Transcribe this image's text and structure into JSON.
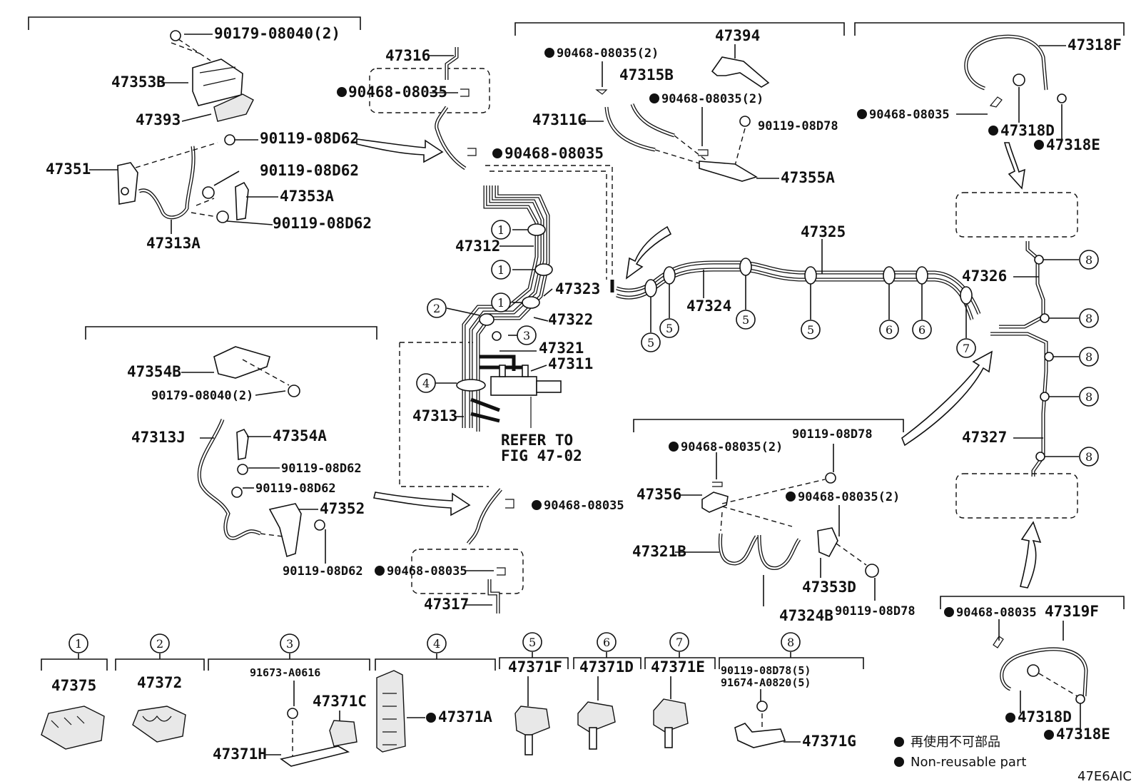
{
  "parts": {
    "p47353B": "47353B",
    "p47393": "47393",
    "p90179_top": "90179-08040(2)",
    "p47351": "47351",
    "p90119_a": "90119-08D62",
    "p90119_b": "90119-08D62",
    "p47353A": "47353A",
    "p90119_c": "90119-08D62",
    "p47313A": "47313A",
    "p47316": "47316",
    "p90468_316": "90468-08035",
    "p90468_mid": "90468-08035",
    "p47312": "47312",
    "p47323": "47323",
    "p47322": "47322",
    "p47321": "47321",
    "p47311": "47311",
    "p47313": "47313",
    "refer": "REFER TO",
    "fig": "FIG 47-02",
    "p90468_394": "90468-08035(2)",
    "p47394": "47394",
    "p47315B": "47315B",
    "p90468_315": "90468-08035(2)",
    "p47311G": "47311G",
    "p90119_d78": "90119-08D78",
    "p47355A": "47355A",
    "p47325": "47325",
    "p47324": "47324",
    "p47318F": "47318F",
    "p90468_318": "90468-08035",
    "p47318D": "47318D",
    "p47318E": "47318E",
    "p47326": "47326",
    "p47327": "47327",
    "p47354B": "47354B",
    "p90179_low": "90179-08040(2)",
    "p47313J": "47313J",
    "p47354A": "47354A",
    "p90119_e": "90119-08D62",
    "p90119_f": "90119-08D62",
    "p47352": "47352",
    "p90119_g": "90119-08D62",
    "p90468_317a": "90468-08035",
    "p90468_317b": "90468-08035",
    "p47317": "47317",
    "p90468_356": "90468-08035(2)",
    "p90119_d78b": "90119-08D78",
    "p47356": "47356",
    "p90468_353": "90468-08035(2)",
    "p47321B": "47321B",
    "p47353D": "47353D",
    "p47324B": "47324B",
    "p90119_d78c": "90119-08D78",
    "p90468_319": "90468-08035",
    "p47319F": "47319F",
    "p47318D_b": "47318D",
    "p47318E_b": "47318E"
  },
  "clamps": {
    "c1": "1",
    "c2": "2",
    "c3": "3",
    "c4": "4",
    "c5": "5",
    "c6": "6",
    "c7": "7",
    "c8": "8"
  },
  "legend_parts": {
    "l1_part": "47375",
    "l2_part": "47372",
    "l3_bolt": "91673-A0616",
    "l3_part": "47371C",
    "l3_part2": "47371H",
    "l4_part": "47371A",
    "l5_part": "47371F",
    "l6_part": "47371D",
    "l7_part": "47371E",
    "l8_bolt1": "90119-08D78(5)",
    "l8_bolt2": "91674-A0820(5)",
    "l8_part": "47371G"
  },
  "legend": {
    "jp": "再使用不可部品",
    "en": "Non-reusable part"
  },
  "figure_code": "47E6AIC"
}
